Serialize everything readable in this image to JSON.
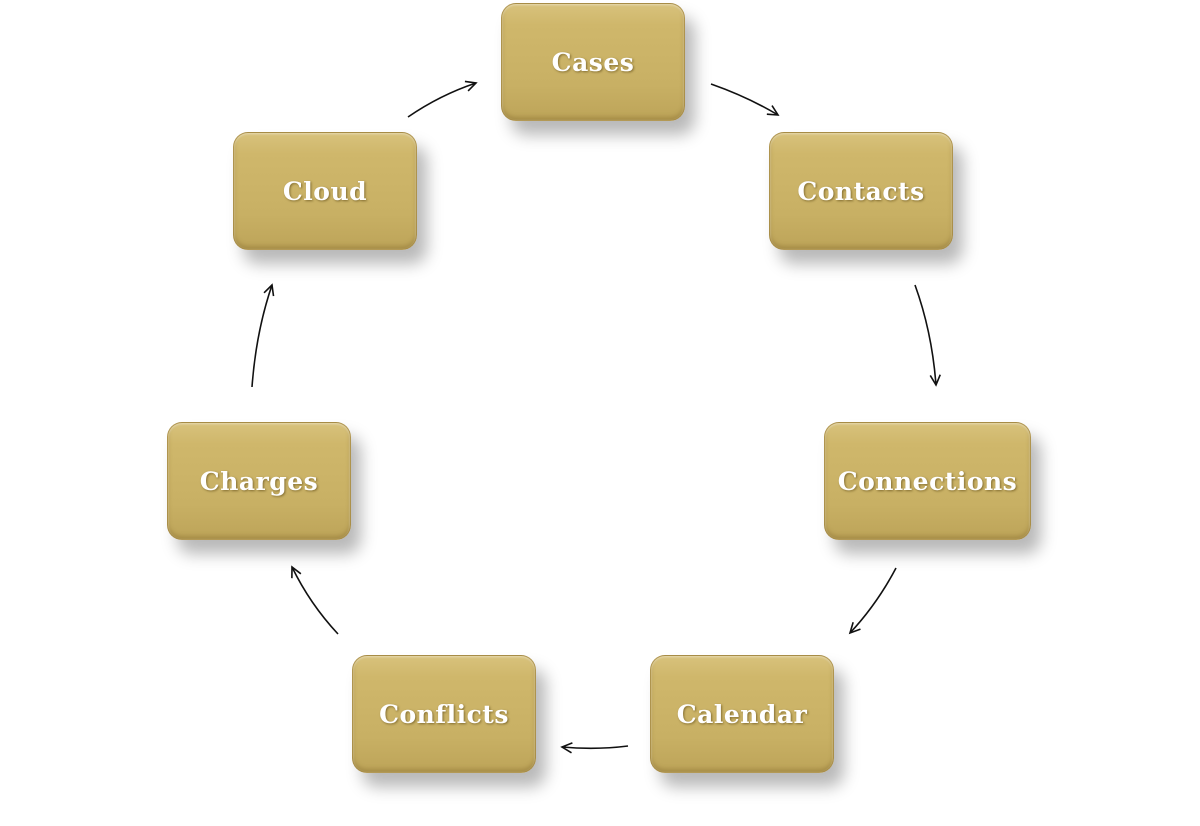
{
  "diagram": {
    "type": "cycle",
    "nodes": [
      {
        "id": "cases",
        "label": "Cases"
      },
      {
        "id": "contacts",
        "label": "Contacts"
      },
      {
        "id": "connections",
        "label": "Connections"
      },
      {
        "id": "calendar",
        "label": "Calendar"
      },
      {
        "id": "conflicts",
        "label": "Conflicts"
      },
      {
        "id": "charges",
        "label": "Charges"
      },
      {
        "id": "cloud",
        "label": "Cloud"
      }
    ],
    "edges": [
      {
        "from": "cases",
        "to": "contacts"
      },
      {
        "from": "contacts",
        "to": "connections"
      },
      {
        "from": "connections",
        "to": "calendar"
      },
      {
        "from": "calendar",
        "to": "conflicts"
      },
      {
        "from": "conflicts",
        "to": "charges"
      },
      {
        "from": "charges",
        "to": "cloud"
      },
      {
        "from": "cloud",
        "to": "cases"
      }
    ],
    "colors": {
      "node_fill": "#cfb76b",
      "node_text": "#ffffff",
      "arrow": "#111111"
    }
  }
}
